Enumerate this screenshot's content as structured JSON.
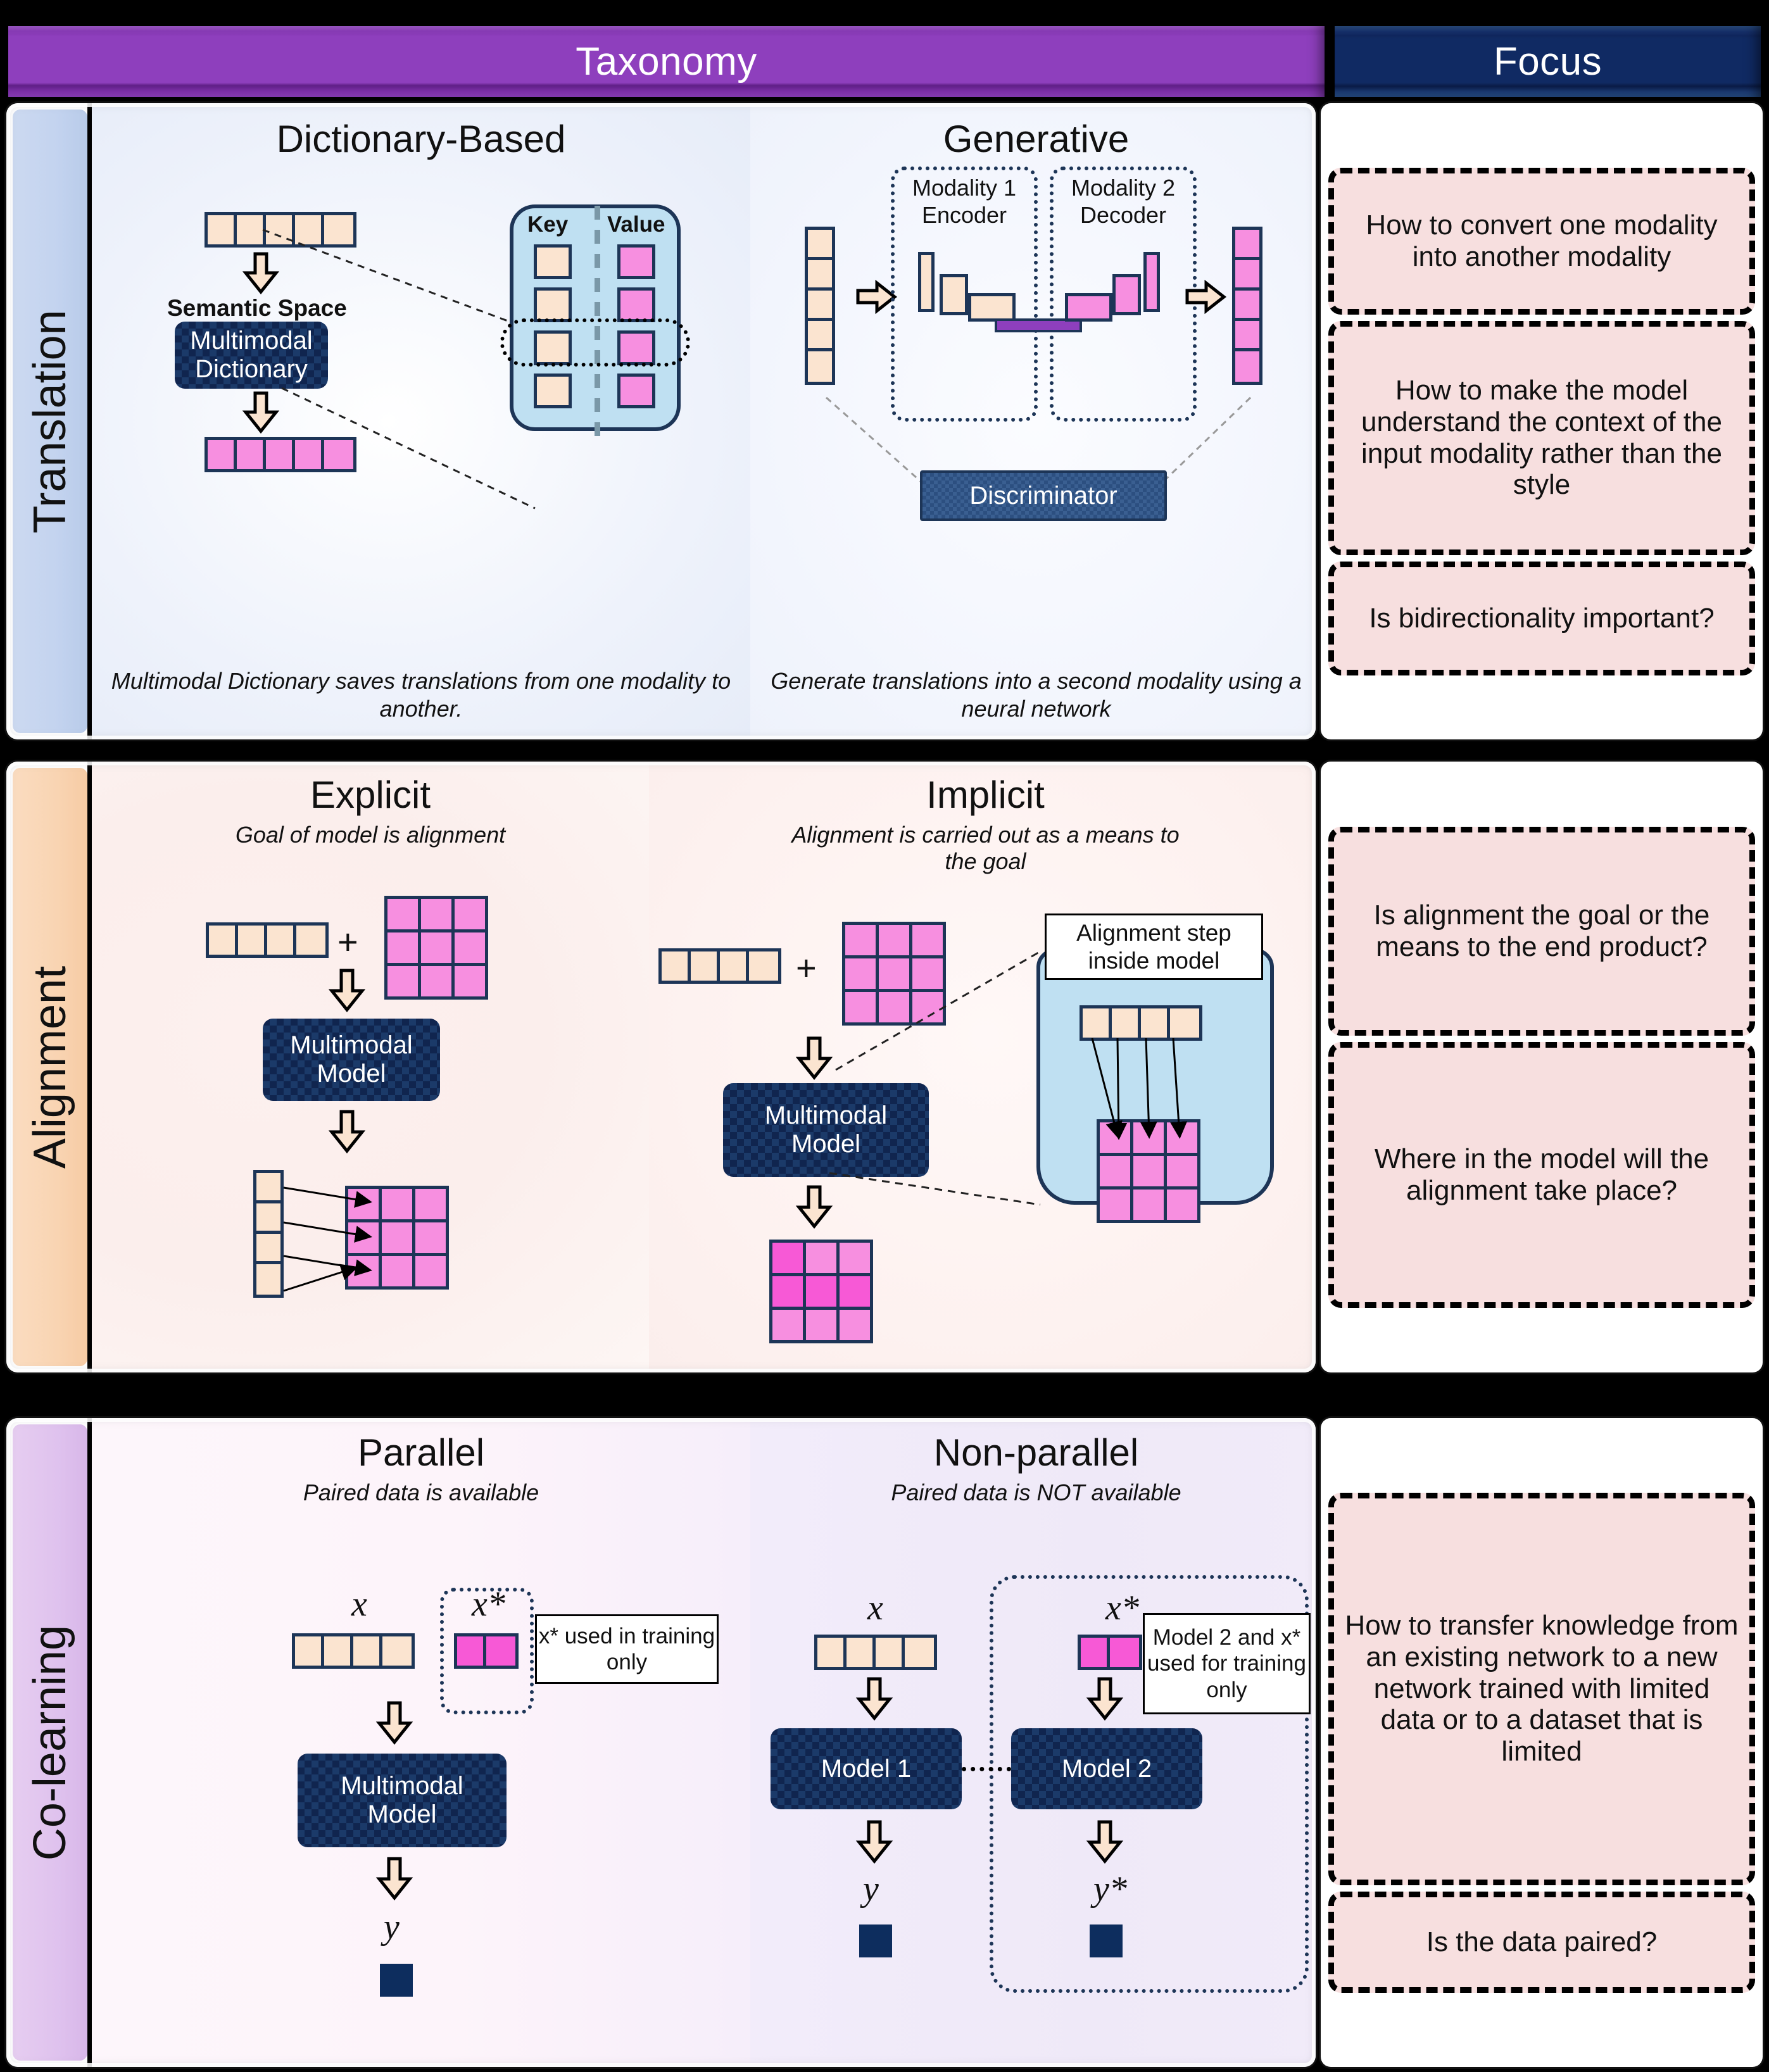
{
  "header": {
    "taxonomy_label": "Taxonomy",
    "focus_label": "Focus"
  },
  "rows": [
    {
      "category": "Translation",
      "panels": [
        {
          "title": "Dictionary-Based",
          "caption": "Multimodal Dictionary saves translations from one modality to another.",
          "labels": {
            "semantic_space": "Semantic Space",
            "model_box": "Multimodal\nDictionary",
            "key_header": "Key",
            "value_header": "Value"
          },
          "dictionary_rows": 4,
          "highlighted_row": 3
        },
        {
          "title": "Generative",
          "caption": "Generate translations into a second modality using a neural network",
          "labels": {
            "encoder": "Modality 1\nEncoder",
            "decoder": "Modality 2\nDecoder",
            "discriminator": "Discriminator"
          }
        }
      ],
      "focus": [
        "How to convert one modality into another modality",
        "How to make the model understand the context of the input modality rather than the style",
        "Is bidirectionality important?"
      ]
    },
    {
      "category": "Alignment",
      "panels": [
        {
          "title": "Explicit",
          "subtitle": "Goal of model is alignment",
          "labels": {
            "plus": "+",
            "model_box": "Multimodal\nModel"
          }
        },
        {
          "title": "Implicit",
          "subtitle": "Alignment is carried out as a means to the goal",
          "labels": {
            "plus": "+",
            "model_box": "Multimodal\nModel",
            "callout": "Alignment step inside model"
          }
        }
      ],
      "focus": [
        "Is alignment the goal or the means to the end product?",
        "Where in the model will the alignment take place?"
      ]
    },
    {
      "category": "Co-learning",
      "panels": [
        {
          "title": "Parallel",
          "subtitle": "Paired data is available",
          "labels": {
            "x": "x",
            "x_star": "x*",
            "y": "y",
            "note": "x* used in training only",
            "model_box": "Multimodal\nModel"
          }
        },
        {
          "title": "Non-parallel",
          "subtitle": "Paired data is NOT available",
          "labels": {
            "x": "x",
            "x_star": "x*",
            "y": "y",
            "y_star": "y*",
            "note": "Model 2 and x* used for training only",
            "model1": "Model 1",
            "model2": "Model 2"
          }
        }
      ],
      "focus": [
        "How to transfer knowledge from an existing network to a new network trained with limited data or to a dataset that is limited",
        "Is the data paired?"
      ]
    }
  ],
  "colors": {
    "taxonomy_header": "#8e3fbd",
    "focus_header": "#102a63",
    "strip_translation": "#c3d3ef",
    "strip_alignment": "#f9d4b2",
    "strip_colearning": "#dfc2ee",
    "cream_cell": "#fbe4d0",
    "pink_cell": "#f78fe0",
    "magenta_cell": "#f759d6",
    "navy_box": "#10254f",
    "focus_card_bg": "#f7dfdf",
    "dict_pill": "#bfe0f2",
    "latent_bar": "#8e3fbd"
  }
}
